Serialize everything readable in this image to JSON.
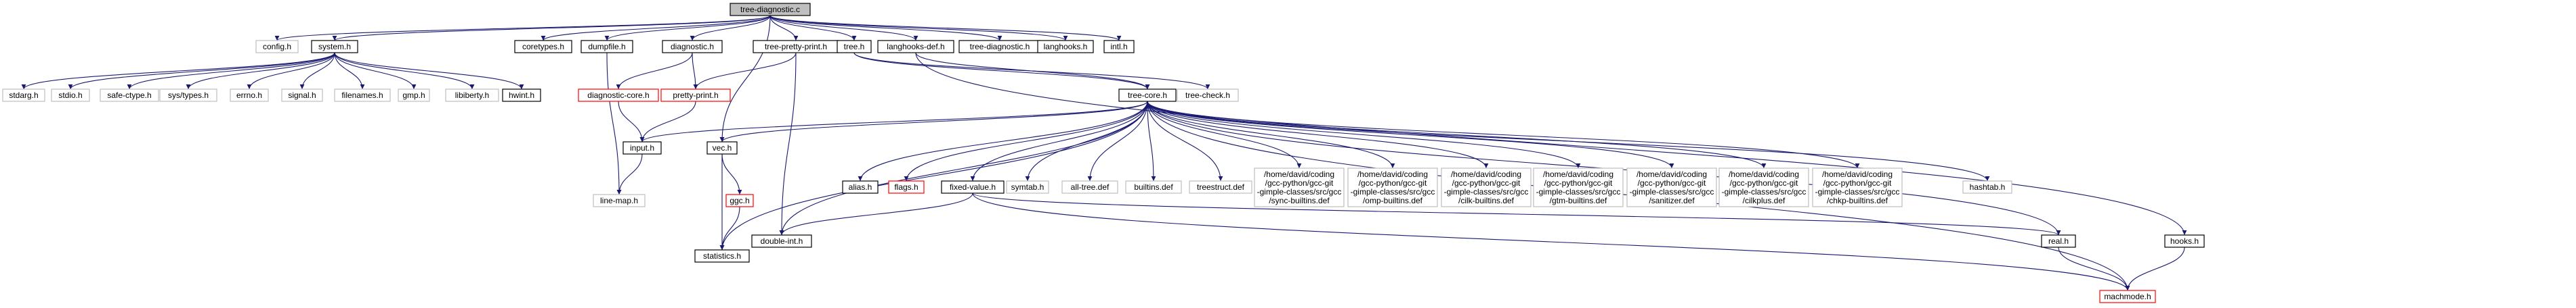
{
  "diagram": {
    "title": "tree-diagnostic.c",
    "colors": {
      "edge": "#191970",
      "border_default": "#000000",
      "border_missing": "#bfbfbf",
      "border_incomplete": "#ff0000",
      "root_fill": "#bfbfbf",
      "node_fill": "#ffffff",
      "text_missing": "#7f7f7f"
    },
    "nodes": [
      {
        "id": "tree-diagnostic.c",
        "label": "tree-diagnostic.c",
        "status": "root"
      },
      {
        "id": "config.h",
        "label": "config.h",
        "status": "missing"
      },
      {
        "id": "system.h",
        "label": "system.h",
        "status": "normal"
      },
      {
        "id": "coretypes.h",
        "label": "coretypes.h",
        "status": "normal"
      },
      {
        "id": "dumpfile.h",
        "label": "dumpfile.h",
        "status": "normal"
      },
      {
        "id": "diagnostic.h",
        "label": "diagnostic.h",
        "status": "normal"
      },
      {
        "id": "tree-pretty-print.h",
        "label": "tree-pretty-print.h",
        "status": "normal"
      },
      {
        "id": "tree.h",
        "label": "tree.h",
        "status": "normal"
      },
      {
        "id": "langhooks-def.h",
        "label": "langhooks-def.h",
        "status": "normal"
      },
      {
        "id": "tree-diagnostic.h",
        "label": "tree-diagnostic.h",
        "status": "normal"
      },
      {
        "id": "langhooks.h",
        "label": "langhooks.h",
        "status": "normal"
      },
      {
        "id": "intl.h",
        "label": "intl.h",
        "status": "normal"
      },
      {
        "id": "stdarg.h",
        "label": "stdarg.h",
        "status": "missing"
      },
      {
        "id": "stdio.h",
        "label": "stdio.h",
        "status": "missing"
      },
      {
        "id": "safe-ctype.h",
        "label": "safe-ctype.h",
        "status": "missing"
      },
      {
        "id": "sys/types.h",
        "label": "sys/types.h",
        "status": "missing"
      },
      {
        "id": "errno.h",
        "label": "errno.h",
        "status": "missing"
      },
      {
        "id": "signal.h",
        "label": "signal.h",
        "status": "missing"
      },
      {
        "id": "filenames.h",
        "label": "filenames.h",
        "status": "missing"
      },
      {
        "id": "gmp.h",
        "label": "gmp.h",
        "status": "missing"
      },
      {
        "id": "libiberty.h",
        "label": "libiberty.h",
        "status": "missing"
      },
      {
        "id": "hwint.h",
        "label": "hwint.h",
        "status": "normal"
      },
      {
        "id": "diagnostic-core.h",
        "label": "diagnostic-core.h",
        "status": "incomplete"
      },
      {
        "id": "pretty-print.h",
        "label": "pretty-print.h",
        "status": "incomplete"
      },
      {
        "id": "tree-core.h",
        "label": "tree-core.h",
        "status": "normal"
      },
      {
        "id": "tree-check.h",
        "label": "tree-check.h",
        "status": "missing"
      },
      {
        "id": "input.h",
        "label": "input.h",
        "status": "normal"
      },
      {
        "id": "line-map.h",
        "label": "line-map.h",
        "status": "missing"
      },
      {
        "id": "vec.h",
        "label": "vec.h",
        "status": "normal"
      },
      {
        "id": "ggc.h",
        "label": "ggc.h",
        "status": "incomplete"
      },
      {
        "id": "statistics.h",
        "label": "statistics.h",
        "status": "normal"
      },
      {
        "id": "alias.h",
        "label": "alias.h",
        "status": "normal"
      },
      {
        "id": "flags.h",
        "label": "flags.h",
        "status": "incomplete"
      },
      {
        "id": "fixed-value.h",
        "label": "fixed-value.h",
        "status": "normal"
      },
      {
        "id": "double-int.h",
        "label": "double-int.h",
        "status": "normal"
      },
      {
        "id": "symtab.h",
        "label": "symtab.h",
        "status": "missing"
      },
      {
        "id": "all-tree.def",
        "label": "all-tree.def",
        "status": "missing"
      },
      {
        "id": "builtins.def",
        "label": "builtins.def",
        "status": "missing"
      },
      {
        "id": "treestruct.def",
        "label": "treestruct.def",
        "status": "missing"
      },
      {
        "id": "sync-builtins.def",
        "label": "/home/david/coding\n/gcc-python/gcc-git\n-gimple-classes/src/gcc\n/sync-builtins.def",
        "status": "missing"
      },
      {
        "id": "omp-builtins.def",
        "label": "/home/david/coding\n/gcc-python/gcc-git\n-gimple-classes/src/gcc\n/omp-builtins.def",
        "status": "missing"
      },
      {
        "id": "cilk-builtins.def",
        "label": "/home/david/coding\n/gcc-python/gcc-git\n-gimple-classes/src/gcc\n/cilk-builtins.def",
        "status": "missing"
      },
      {
        "id": "gtm-builtins.def",
        "label": "/home/david/coding\n/gcc-python/gcc-git\n-gimple-classes/src/gcc\n/gtm-builtins.def",
        "status": "missing"
      },
      {
        "id": "sanitizer.def",
        "label": "/home/david/coding\n/gcc-python/gcc-git\n-gimple-classes/src/gcc\n/sanitizer.def",
        "status": "missing"
      },
      {
        "id": "cilkplus.def",
        "label": "/home/david/coding\n/gcc-python/gcc-git\n-gimple-classes/src/gcc\n/cilkplus.def",
        "status": "missing"
      },
      {
        "id": "chkp-builtins.def",
        "label": "/home/david/coding\n/gcc-python/gcc-git\n-gimple-classes/src/gcc\n/chkp-builtins.def",
        "status": "missing"
      },
      {
        "id": "hashtab.h",
        "label": "hashtab.h",
        "status": "missing"
      },
      {
        "id": "real.h",
        "label": "real.h",
        "status": "normal"
      },
      {
        "id": "hooks.h",
        "label": "hooks.h",
        "status": "normal"
      },
      {
        "id": "machmode.h",
        "label": "machmode.h",
        "status": "incomplete"
      }
    ],
    "edges": [
      [
        "tree-diagnostic.c",
        "config.h"
      ],
      [
        "tree-diagnostic.c",
        "system.h"
      ],
      [
        "tree-diagnostic.c",
        "coretypes.h"
      ],
      [
        "tree-diagnostic.c",
        "dumpfile.h"
      ],
      [
        "tree-diagnostic.c",
        "diagnostic.h"
      ],
      [
        "tree-diagnostic.c",
        "tree-pretty-print.h"
      ],
      [
        "tree-diagnostic.c",
        "tree.h"
      ],
      [
        "tree-diagnostic.c",
        "langhooks-def.h"
      ],
      [
        "tree-diagnostic.c",
        "tree-diagnostic.h"
      ],
      [
        "tree-diagnostic.c",
        "langhooks.h"
      ],
      [
        "tree-diagnostic.c",
        "intl.h"
      ],
      [
        "tree-diagnostic.c",
        "vec.h"
      ],
      [
        "system.h",
        "stdarg.h"
      ],
      [
        "system.h",
        "stdio.h"
      ],
      [
        "system.h",
        "safe-ctype.h"
      ],
      [
        "system.h",
        "sys/types.h"
      ],
      [
        "system.h",
        "errno.h"
      ],
      [
        "system.h",
        "signal.h"
      ],
      [
        "system.h",
        "filenames.h"
      ],
      [
        "system.h",
        "gmp.h"
      ],
      [
        "system.h",
        "libiberty.h"
      ],
      [
        "system.h",
        "hwint.h"
      ],
      [
        "dumpfile.h",
        "line-map.h"
      ],
      [
        "diagnostic.h",
        "diagnostic-core.h"
      ],
      [
        "diagnostic.h",
        "pretty-print.h"
      ],
      [
        "diagnostic-core.h",
        "input.h"
      ],
      [
        "pretty-print.h",
        "input.h"
      ],
      [
        "input.h",
        "line-map.h"
      ],
      [
        "tree-pretty-print.h",
        "pretty-print.h"
      ],
      [
        "tree-pretty-print.h",
        "double-int.h"
      ],
      [
        "tree.h",
        "tree-core.h"
      ],
      [
        "tree.h",
        "tree-check.h"
      ],
      [
        "langhooks-def.h",
        "tree-core.h"
      ],
      [
        "langhooks-def.h",
        "hooks.h"
      ],
      [
        "tree-core.h",
        "input.h"
      ],
      [
        "tree-core.h",
        "vec.h"
      ],
      [
        "tree-core.h",
        "statistics.h"
      ],
      [
        "tree-core.h",
        "alias.h"
      ],
      [
        "tree-core.h",
        "flags.h"
      ],
      [
        "tree-core.h",
        "fixed-value.h"
      ],
      [
        "tree-core.h",
        "double-int.h"
      ],
      [
        "tree-core.h",
        "symtab.h"
      ],
      [
        "tree-core.h",
        "all-tree.def"
      ],
      [
        "tree-core.h",
        "builtins.def"
      ],
      [
        "tree-core.h",
        "treestruct.def"
      ],
      [
        "tree-core.h",
        "sync-builtins.def"
      ],
      [
        "tree-core.h",
        "omp-builtins.def"
      ],
      [
        "tree-core.h",
        "cilk-builtins.def"
      ],
      [
        "tree-core.h",
        "gtm-builtins.def"
      ],
      [
        "tree-core.h",
        "sanitizer.def"
      ],
      [
        "tree-core.h",
        "cilkplus.def"
      ],
      [
        "tree-core.h",
        "chkp-builtins.def"
      ],
      [
        "tree-core.h",
        "hashtab.h"
      ],
      [
        "tree-core.h",
        "real.h"
      ],
      [
        "tree-core.h",
        "machmode.h"
      ],
      [
        "vec.h",
        "ggc.h"
      ],
      [
        "vec.h",
        "statistics.h"
      ],
      [
        "ggc.h",
        "statistics.h"
      ],
      [
        "fixed-value.h",
        "double-int.h"
      ],
      [
        "fixed-value.h",
        "real.h"
      ],
      [
        "fixed-value.h",
        "machmode.h"
      ],
      [
        "real.h",
        "machmode.h"
      ],
      [
        "hooks.h",
        "machmode.h"
      ]
    ]
  }
}
